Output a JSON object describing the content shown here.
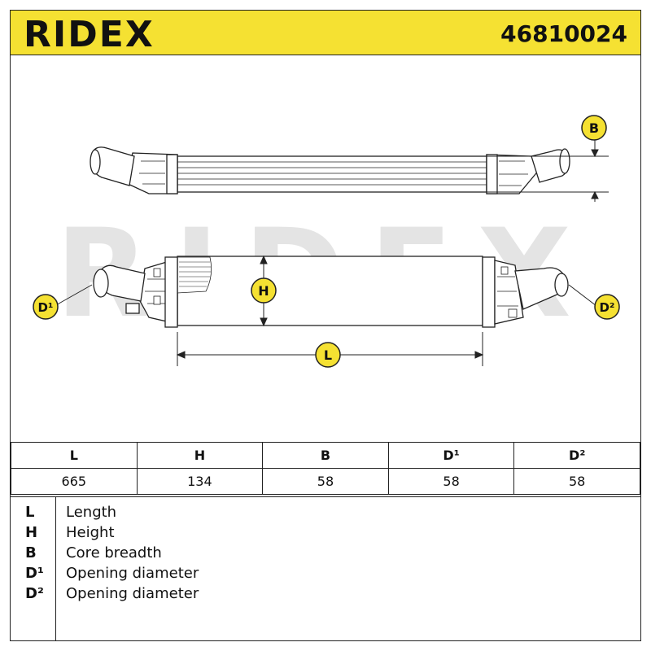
{
  "header": {
    "brand": "RIDEX",
    "part_number": "46810024"
  },
  "drawing": {
    "watermark": "RIDEX",
    "labels": {
      "B": "B",
      "H": "H",
      "L": "L",
      "D1": "D¹",
      "D2": "D²"
    },
    "colors": {
      "callout": "#f5e132",
      "line": "#222222",
      "watermark": "#e4e4e4"
    }
  },
  "dimensions_table": {
    "headers": [
      "L",
      "H",
      "B",
      "D¹",
      "D²"
    ],
    "values": [
      "665",
      "134",
      "58",
      "58",
      "58"
    ]
  },
  "legend": [
    {
      "symbol": "L",
      "text": "Length"
    },
    {
      "symbol": "H",
      "text": "Height"
    },
    {
      "symbol": "B",
      "text": "Core breadth"
    },
    {
      "symbol": "D¹",
      "text": "Opening diameter"
    },
    {
      "symbol": "D²",
      "text": "Opening diameter"
    }
  ]
}
